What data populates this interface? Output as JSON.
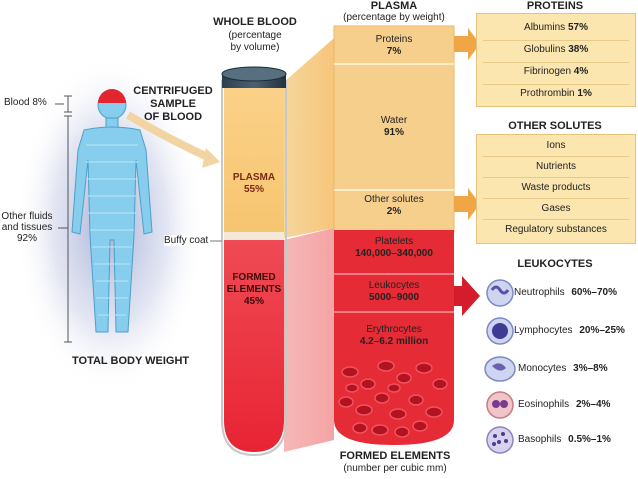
{
  "left": {
    "blood_label": "Blood 8%",
    "other_label_lines": [
      "Other fluids",
      "and tissues",
      "92%"
    ],
    "centrifuged_lines": [
      "CENTRIFUGED",
      "SAMPLE",
      "OF BLOOD"
    ],
    "total_label": "TOTAL BODY WEIGHT"
  },
  "tube": {
    "title": "WHOLE BLOOD",
    "subtitle_lines": [
      "(percentage",
      "by volume)"
    ],
    "plasma_name": "PLASMA",
    "plasma_pct": "55%",
    "buffy_label": "Buffy coat",
    "formed_lines": [
      "FORMED",
      "ELEMENTS"
    ],
    "formed_pct": "45%"
  },
  "plasma": {
    "title": "PLASMA",
    "subtitle": "(percentage by weight)",
    "items": [
      {
        "name": "Proteins",
        "value": "7%"
      },
      {
        "name": "Water",
        "value": "91%"
      },
      {
        "name": "Other solutes",
        "value": "2%"
      }
    ]
  },
  "formed": {
    "items": [
      {
        "name": "Platelets",
        "value": "140,000–340,000"
      },
      {
        "name": "Leukocytes",
        "value": "5000–9000"
      },
      {
        "name": "Erythrocytes",
        "value": "4.2–6.2 million"
      }
    ],
    "title": "FORMED ELEMENTS",
    "subtitle": "(number per cubic mm)"
  },
  "proteins": {
    "title": "PROTEINS",
    "items": [
      {
        "name": "Albumins",
        "value": "57%"
      },
      {
        "name": "Globulins",
        "value": "38%"
      },
      {
        "name": "Fibrinogen",
        "value": "4%"
      },
      {
        "name": "Prothrombin",
        "value": "1%"
      }
    ]
  },
  "solutes": {
    "title": "OTHER SOLUTES",
    "items": [
      "Ions",
      "Nutrients",
      "Waste products",
      "Gases",
      "Regulatory substances"
    ]
  },
  "leukocytes": {
    "title": "LEUKOCYTES",
    "items": [
      {
        "name": "Neutrophils",
        "value": "60%–70%"
      },
      {
        "name": "Lymphocytes",
        "value": "20%–25%"
      },
      {
        "name": "Monocytes",
        "value": "3%–8%"
      },
      {
        "name": "Eosinophils",
        "value": "2%–4%"
      },
      {
        "name": "Basophils",
        "value": "0.5%–1%"
      }
    ]
  },
  "colors": {
    "plasma": "#f7d9a0",
    "blood_red": "#d8192b",
    "panel": "#fbe6b0",
    "arrow_orange": "#f0a546",
    "arrow_red": "#d41c2c",
    "body_blue": "#7fc6e8"
  }
}
